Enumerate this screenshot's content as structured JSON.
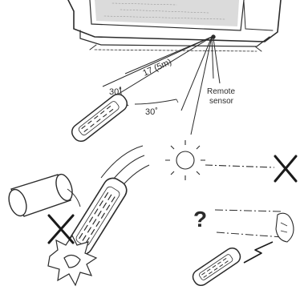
{
  "labels": {
    "angle_left": "30˚",
    "distance": "17 (5m)",
    "angle_right": "30˚",
    "sensor_line1": "Remote",
    "sensor_line2": "sensor",
    "question": "?"
  },
  "icons": {
    "tv": "tv-icon",
    "remote": "remote-control-icon",
    "sun": "sun-icon",
    "no": "x-mark-icon",
    "spill": "spilled-can-icon",
    "impact": "impact-burst-icon",
    "lightning": "lightning-bolt-icon"
  },
  "colors": {
    "ink": "#2b2b2b",
    "screen_shade": "#cfcfcf",
    "paper": "#ffffff"
  }
}
